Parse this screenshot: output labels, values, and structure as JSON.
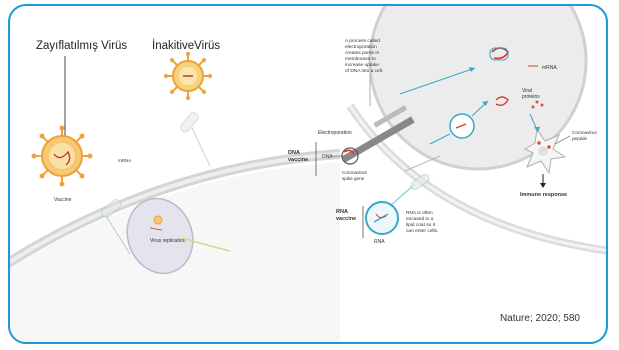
{
  "left_panel": {
    "label_attenuated": "Zayıflatılmış Virüs",
    "label_inactivated": "İnakitiveVirüs",
    "small_label_left": "Vaccine",
    "nucleus_label": "Virus replication"
  },
  "right_panel": {
    "note_electroporation": [
      "A process called",
      "electroporation",
      "creates pores in",
      "membranes to",
      "increase uptake",
      "of DNA into a cell."
    ],
    "label_electroporation": "Electroporation",
    "label_dna_vaccine": [
      "DNA",
      "vaccine"
    ],
    "label_dna": "DNA",
    "label_spike_gene": [
      "Coronavirus",
      "spike gene"
    ],
    "label_rna_vaccine": [
      "RNA",
      "vaccine"
    ],
    "label_rna": "RNA",
    "note_lipid": [
      "RNA is often",
      "encased in a",
      "lipid coat so it",
      "can enter cells."
    ],
    "label_mrna": "mRNA",
    "label_viral_proteins": [
      "Viral",
      "proteins"
    ],
    "label_peptide": [
      "Coronavirus",
      "peptide"
    ],
    "label_immune": "Immune response"
  },
  "citation": "Nature; 2020; 580",
  "colors": {
    "frame": "#1a9ad6",
    "virus_orange": "#f0a23a",
    "virus_core": "#e8c66a",
    "vesicle": "#38a8c6",
    "red_strand": "#d83a2a"
  }
}
